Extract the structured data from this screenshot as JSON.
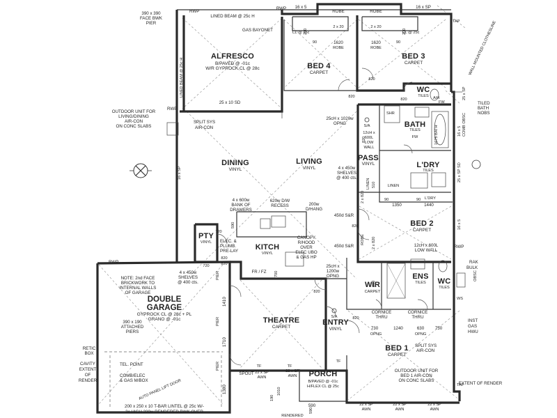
{
  "rooms": {
    "alfresco": {
      "name": "ALFRESCO",
      "f1": "B/PAVED @ -01c",
      "f2": "W/R GYPROCK CL @ 28c"
    },
    "bed4": {
      "name": "BED 4",
      "f1": "CARPET"
    },
    "bed3": {
      "name": "BED 3",
      "f1": "CARPET"
    },
    "dining": {
      "name": "DINING",
      "f1": "VINYL"
    },
    "living": {
      "name": "LIVING",
      "f1": "VINYL"
    },
    "pass": {
      "name": "PASS",
      "f1": "VINYL"
    },
    "bath": {
      "name": "BATH",
      "f1": "TILES"
    },
    "ldry": {
      "name": "L'DRY",
      "f1": "TILES"
    },
    "wc1": {
      "name": "WC",
      "f1": "TILES"
    },
    "bed2": {
      "name": "BED 2",
      "f1": "CARPET"
    },
    "pty": {
      "name": "PTY",
      "f1": "VINYL"
    },
    "kitch": {
      "name": "KITCH",
      "f1": "VINYL"
    },
    "garage": {
      "name1": "DOUBLE",
      "name2": "GARAGE",
      "f1": "GYPROCK CL @ 28c + PL",
      "f2": "GRANO @ -01c"
    },
    "theatre": {
      "name": "THEATRE",
      "f1": "CARPET"
    },
    "entry": {
      "name": "ENTRY",
      "f1": "VINYL"
    },
    "wir": {
      "name": "WIR",
      "f1": "CARPET"
    },
    "ens": {
      "name": "ENS",
      "f1": "TILES"
    },
    "wc2": {
      "name": "WC",
      "f1": "TILES"
    },
    "bed1": {
      "name": "BED 1",
      "f1": "CARPET"
    },
    "porch": {
      "name": "PORCH",
      "f1": "B/PAVED @ -01c",
      "f2": "H/FLEX CL @ 25c"
    }
  },
  "labels": {
    "face_pier1": "390 x 390",
    "face_pier2": "FACE BWK",
    "face_pier3": "PIER",
    "rwp1": "RWP",
    "rwp2": "RWP",
    "rwp3": "RWP",
    "rwp4": "RWP",
    "rwp5": "RWP",
    "lined_beam_top": "LINED BEAM @ 25c H",
    "gas_bayonet": "GAS BAYONET",
    "lined_beam_side": "LINED BEAM @ 25c H",
    "sp16x5_1": "16 x 5",
    "sp16x5_2": "16 x SP",
    "robe1": "ROBE",
    "robe2": "ROBE",
    "robe3": "ROBE",
    "robe4": "ROBE",
    "robe5": "ROBE",
    "cl25_1": "CL @ 25c",
    "cl25_2": "CL @ 25c",
    "dim_2x20_1": "2 x 20",
    "dim_2x20_2": "2 x 20",
    "dim_1620_1": "1620",
    "dim_1620_2": "1620",
    "dim_90a": "90",
    "dim_90b": "90",
    "dim_200a": "200",
    "dim_200b": "200",
    "wall_mounted": "WALL MOUNTED CLOTHESLINE",
    "tiled_bath1": "TILED",
    "tiled_bath2": "BATH",
    "tiled_bath3": "NOBS",
    "ah": "A/H",
    "d820_1": "820",
    "d820_2": "820",
    "d820_3": "820",
    "d820_4": "820",
    "d820_5": "820",
    "d820_6": "820",
    "d820_7": "820",
    "d820_8": "820",
    "d820_9": "820",
    "sd25x10": "25 x 10 SD",
    "outdoor1a": "OUTDOOR UNIT FOR",
    "outdoor1b": "LIVING/DINING",
    "outdoor1c": "AIR-CON",
    "outdoor1d": "ON CONC SLABS",
    "split1a": "SPLIT SYS",
    "split1b": "AIR-CON",
    "opng1a": "25cH x 1020w",
    "opng1b": "OPNG",
    "sa1": "S/A",
    "sa2": "S/A",
    "low_wall1a": "12cH x",
    "low_wall1b": "600L",
    "low_wall1c": "LOW",
    "low_wall1d": "WALL",
    "shr1": "SHR",
    "bath1675": "1675 BATH",
    "fw1": "FW",
    "fw2": "FW",
    "shelves1a": "4 x 450w",
    "shelves1b": "SHELVES",
    "shelves1c": "@ 400 cts.",
    "dim_1350": "1350",
    "dim_1440": "1440",
    "dim_90c": "90",
    "dim_90d": "90",
    "dim_510": "510",
    "linen1": "LINEN",
    "linen2": "LINEN",
    "ldry2": "L'DRY",
    "sp16_1": "16 x SP",
    "sp16_2": "16 x 5",
    "sp25": "25 x SP SD",
    "sp16_3": "16 x 5",
    "comb_obsc": "COMB OBSC",
    "sp25b": "25 x SP",
    "dw1": "620w D/W",
    "dw2": "RECESS",
    "bank1": "4 x 600w",
    "bank2": "BANK OF",
    "bank3": "DRAWERS",
    "dhang1": "200w",
    "dhang2": "D/HANG",
    "sr1": "450d S&R",
    "sr2": "450d S&R",
    "dim_590": "590",
    "dim_590b": "590",
    "dim_720": "720",
    "dim_720b": "720",
    "elec1": "ELEC. &",
    "elec2": "PLUMB.",
    "elec3": "PRE-LAY",
    "canopy1": "CANOPY",
    "canopy2": "R/HOOD",
    "canopy3": "OVER",
    "canopy4": "ELEC UBO",
    "canopy5": "& GAS HP",
    "low_wall2": "12cH x 600L",
    "low_wall2b": "LOW WALL",
    "rak1": "RAK",
    "bulk": "BULK",
    "obsc": "OBSC",
    "frfz": "FR / FZ",
    "dim_700": "700",
    "opng2a": "25cH x",
    "opng2b": "1200w",
    "opng2c": "OPNG",
    "note1": "NOTE: 2nd FACE",
    "note2": "BRICKWORK TO",
    "note3": "INTERNAL WALLS",
    "note4": "OF GARAGE",
    "shelves2a": "4 x 450w",
    "shelves2b": "SHELVES",
    "shelves2c": "@ 400 cts.",
    "pier1": "PIER",
    "pier2": "PIER",
    "pier3": "PIER",
    "dim_1410": "1410",
    "dim_1710": "1710",
    "dim_1380": "1380",
    "dim_1010": "1010",
    "dim_190": "190",
    "attached1": "390 x 190",
    "attached2": "ATTACHED",
    "attached3": "PIERS",
    "cornice1": "CORNICE",
    "cornice2": "THRU",
    "cornice3": "CORNICE",
    "cornice4": "THRU",
    "dim_730": "730",
    "dim_1240": "1240",
    "dim_630": "630",
    "dim_750": "750",
    "opng3": "OPNG",
    "opng4": "OPNG",
    "split2a": "SPLIT SYS",
    "split2b": "AIR-CON",
    "outdoor2a": "OUTDOOR UNIT FOR",
    "outdoor2b": "BED 1 AIR-CON",
    "outdoor2c": "ON CONC SLABS",
    "tel": "TEL. POINT",
    "comb1": "COMB/ELEC",
    "comb2": "& GAS M/BOX",
    "auto_door": "AUTO PANEL LIFT DOOR",
    "retic1": "RETIC",
    "retic2": "BOX",
    "cavity1": "CAVITY",
    "cavity2": "EXTENT",
    "cavity3": "OF",
    "cavity4": "RENDER",
    "spout": "SPOUT",
    "awn1": "22 x SP",
    "awn1b": "AWN",
    "awn2": "22 x SP",
    "awn2b": "AWN",
    "awn3": "22 x SP",
    "awn3b": "AWN",
    "awn4": "22 x SP",
    "awn4b": "AWN",
    "awn5": "22 x SP",
    "awn5b": "AWN",
    "tf1": "TF",
    "tf2": "TF",
    "tf3": "TF",
    "lintel1": "200 x 250 x 10 T-BAR LINTEL @ 25c W/-",
    "lintel2": "3c HIGH 220w RENDERED BWK OVER",
    "ext_render1": "EXTENT OF RENDER",
    "inst1": "INST",
    "inst2": "GAS",
    "inst3": "HWU",
    "dim_2820": "2 x 820",
    "dim_2820b": "2 x 820",
    "cl_tap": "TAP",
    "tap2": "TAP",
    "ws": "WS",
    "dim_200c": "200",
    "dim_590c": "590",
    "rendered": "RENDERED"
  },
  "colors": {
    "wall": "#2a2a2a",
    "line": "#444444",
    "paper": "#ffffff"
  },
  "icons": [
    "north-arrow-icon",
    "smoke-alarm-icon",
    "toilet-icon",
    "bath-icon",
    "sink-icon"
  ]
}
